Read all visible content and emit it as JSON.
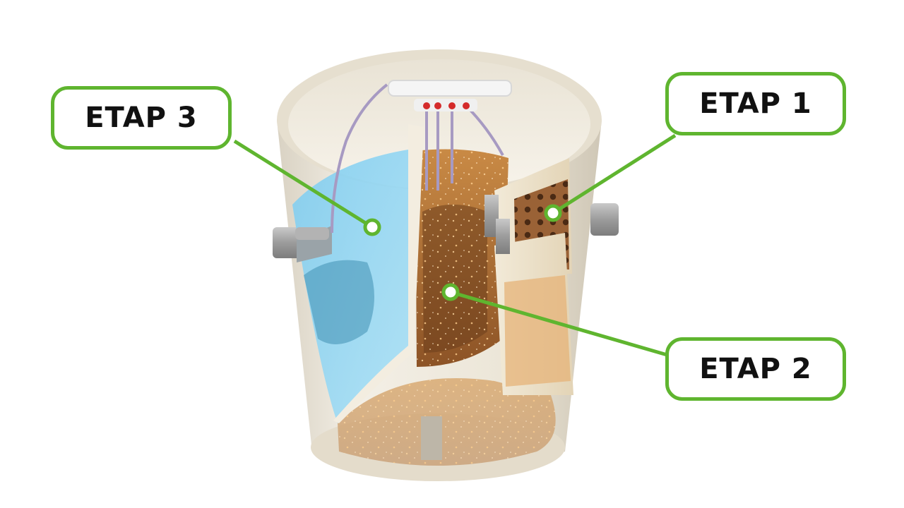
{
  "labels": [
    {
      "id": "etap3",
      "text": "ETAP 3"
    },
    {
      "id": "etap1",
      "text": "ETAP 1"
    },
    {
      "id": "etap2",
      "text": "ETAP 2"
    }
  ],
  "colors": {
    "accent_green": "#5fb52f",
    "tank_shell": "#efe9dc",
    "stage3_water": "#8fd4f2",
    "stage2_liquid": "#b8732e",
    "stage1_filter": "#8a5530",
    "pipe_grey": "#a9a9a9"
  }
}
